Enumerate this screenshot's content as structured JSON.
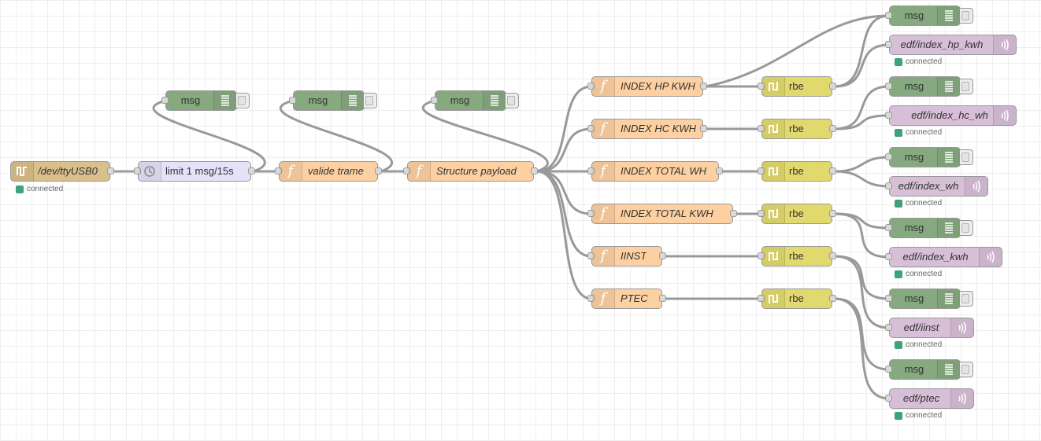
{
  "icons": {
    "serial": "serial-port-icon",
    "delay": "timer-icon",
    "function": "function-icon",
    "debug": "list-lines-icon",
    "rbe": "step-signal-icon",
    "mqtt": "broadcast-waves-icon"
  },
  "colors": {
    "serial": "#d8bf8b",
    "delay": "#e6e0f8",
    "function": "#fdd0a2",
    "debug": "#87a980",
    "rbe": "#e2d96e",
    "mqtt": "#d8bfd8",
    "status_connected": "#3da17a"
  },
  "nodes": {
    "serial_in": {
      "label": "/dev/ttyUSB0",
      "status": "connected"
    },
    "delay": {
      "label": "limit 1 msg/15s"
    },
    "valide_trame": {
      "label": "valide trame"
    },
    "structure_payload": {
      "label": "Structure payload"
    },
    "debug_delay": {
      "label": "msg"
    },
    "debug_valide": {
      "label": "msg"
    },
    "debug_structure": {
      "label": "msg"
    },
    "functions": [
      {
        "label": "INDEX HP KWH"
      },
      {
        "label": "INDEX HC KWH"
      },
      {
        "label": "INDEX TOTAL WH"
      },
      {
        "label": "INDEX TOTAL KWH"
      },
      {
        "label": "IINST"
      },
      {
        "label": "PTEC"
      }
    ],
    "rbe": [
      {
        "label": "rbe"
      },
      {
        "label": "rbe"
      },
      {
        "label": "rbe"
      },
      {
        "label": "rbe"
      },
      {
        "label": "rbe"
      },
      {
        "label": "rbe"
      }
    ],
    "debug_out": [
      {
        "label": "msg"
      },
      {
        "label": "msg"
      },
      {
        "label": "msg"
      },
      {
        "label": "msg"
      },
      {
        "label": "msg"
      },
      {
        "label": "msg"
      }
    ],
    "mqtt_out": [
      {
        "label": "edf/index_hp_kwh",
        "status": "connected"
      },
      {
        "label": "edf/index_hc_wh",
        "status": "connected"
      },
      {
        "label": "edf/index_wh",
        "status": "connected"
      },
      {
        "label": "edf/index_kwh",
        "status": "connected"
      },
      {
        "label": "edf/iinst",
        "status": "connected"
      },
      {
        "label": "edf/ptec",
        "status": "connected"
      }
    ]
  }
}
